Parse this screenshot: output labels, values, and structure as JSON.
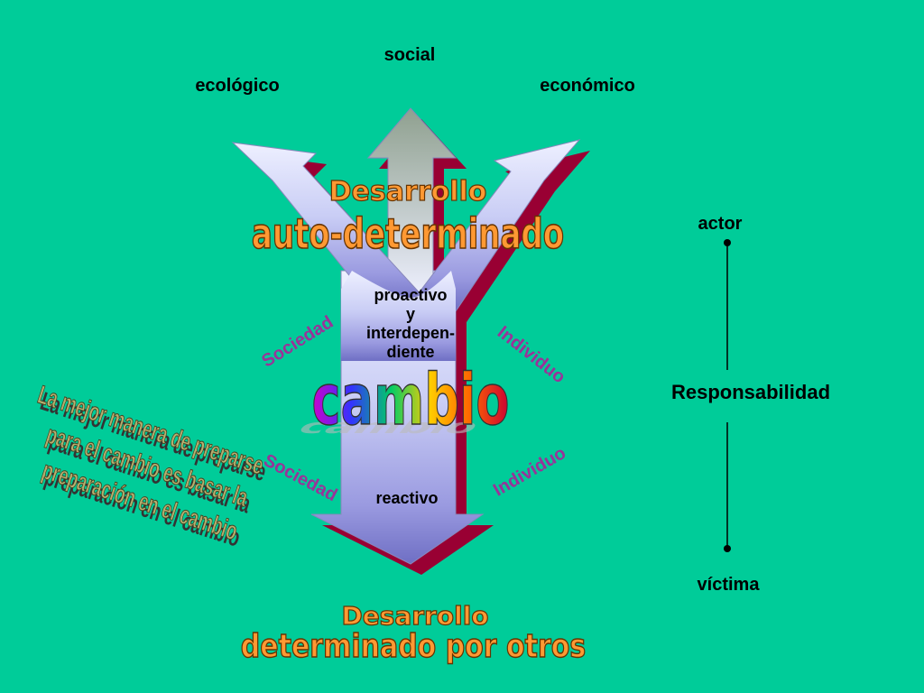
{
  "labels": {
    "social": "social",
    "ecologico": "ecológico",
    "economico": "económico",
    "proactivo": "proactivo",
    "y": "y",
    "interdependiente_1": "interdepen-",
    "interdependiente_2": "diente",
    "reactivo": "reactivo",
    "sociedad_top": "Sociedad",
    "sociedad_bottom": "Sociedad",
    "individuo_top": "Individuo",
    "individuo_bottom": "Individuo"
  },
  "wordart": {
    "top_line1": "Desarrollo",
    "top_line2": "auto-determinado",
    "center": "cambio",
    "bottom_line1": "Desarrollo",
    "bottom_line2": "determinado por otros",
    "left_line1": "La mejor manera de preparse",
    "left_line2": "para el cambio es basar la",
    "left_line3": "preparación en el cambio"
  },
  "scale": {
    "actor": "actor",
    "responsabilidad": "Responsabilidad",
    "victima": "víctima"
  },
  "colors": {
    "background": "#00cc99",
    "arrow_fill_light": "#e8ecff",
    "arrow_fill_dark": "#7777cc",
    "arrow_shadow": "#990033",
    "wordart_orange": "#ff9933",
    "purple_text": "#993399",
    "slab_face": "#aaaa66"
  }
}
